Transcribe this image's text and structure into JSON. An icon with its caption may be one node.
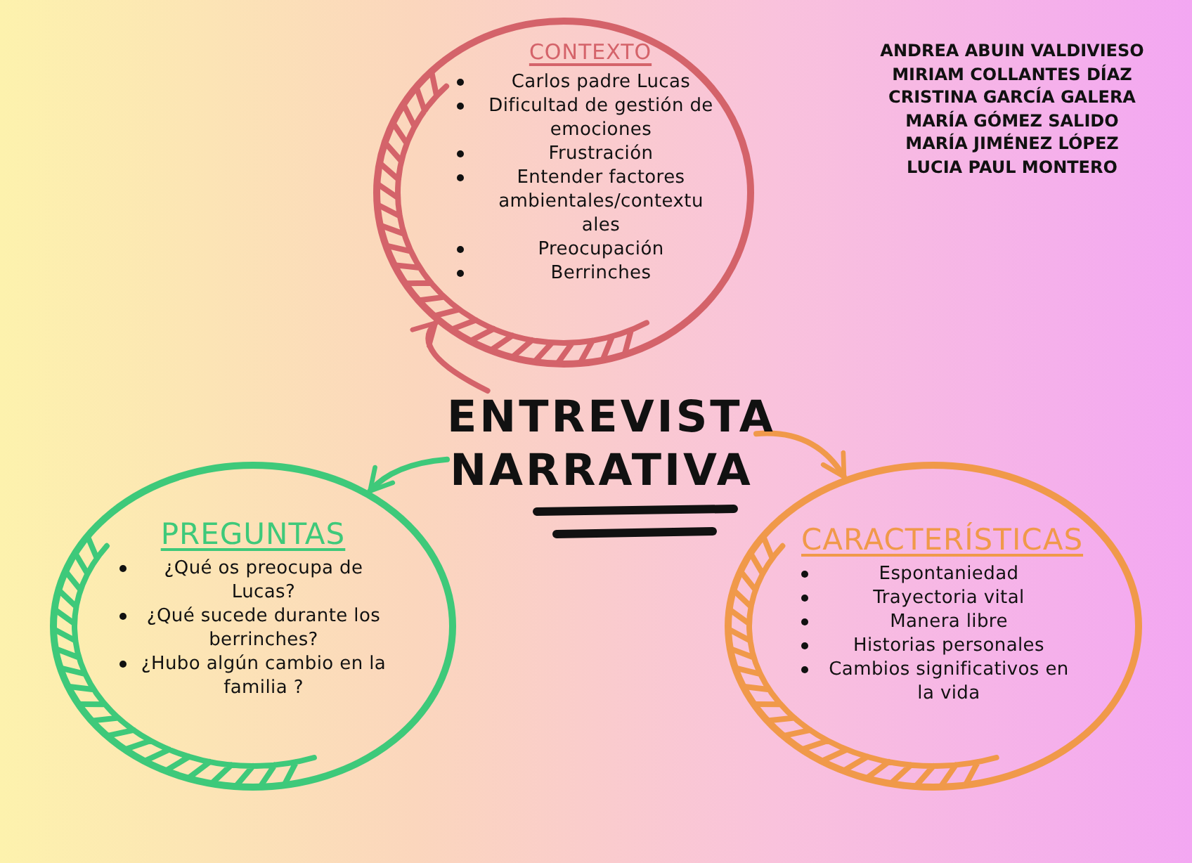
{
  "diagram": {
    "nodes": [
      {
        "text": [
          "ENTREVISTA NARRATIVA"
        ]
      },
      {
        "text": [
          "CONTEXTO",
          "Carlos padre Lucas",
          "Dificultad de gestión de emociones",
          "Frustración",
          "Entender factores ambientales/contextu ales",
          "Preocupación",
          "Berrinches"
        ]
      },
      {
        "text": [
          "PREGUNTAS",
          "¿Qué os preocupa de Lucas?",
          "¿Qué sucede durante los berrinches?",
          "¿Hubo algún cambio en la familia ?"
        ]
      },
      {
        "text": [
          "CARACTERÍSTICAS",
          "Espontaniedad",
          "Trayectoria vital",
          "Manera libre",
          "Historias personales",
          "Cambios significativos en la vida"
        ]
      }
    ],
    "edges": [
      {
        "from": 0,
        "to": 1,
        "arrow": "to",
        "color": "#d4636a"
      },
      {
        "from": 0,
        "to": 2,
        "arrow": "to",
        "color": "#3ec97a"
      },
      {
        "from": 0,
        "to": 3,
        "arrow": "to",
        "color": "#f0994a"
      }
    ],
    "labels": [
      "ANDREA ABUIN VALDIVIESO",
      "MIRIAM COLLANTES DÍAZ",
      "CRISTINA GARCÍA GALERA",
      "MARÍA GÓMEZ SALIDO",
      "MARÍA JIMÉNEZ LÓPEZ",
      "LUCIA PAUL MONTERO"
    ]
  }
}
